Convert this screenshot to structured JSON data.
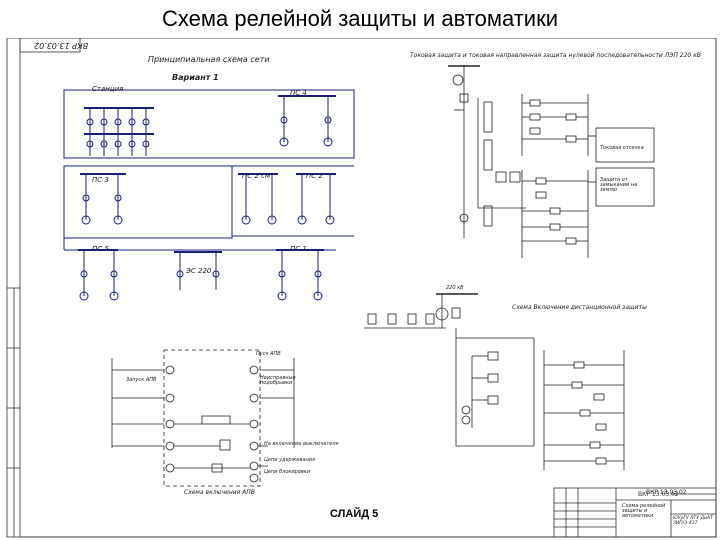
{
  "page": {
    "title": "Схема релейной защиты и автоматики",
    "slide_label": "СЛАЙД 5"
  },
  "drawing": {
    "stamp_top": "ВКР 13.03.02",
    "left_section_title": "Принципиальная схема сети",
    "variant_label": "Вариант 1",
    "station_label": "Станция",
    "substations": [
      "ПС 4",
      "ПС 3",
      "ПС 2 см",
      "ПС 2",
      "ПС 5",
      "ЭС 220",
      "ПС 1"
    ],
    "right_top_title": "Токовая защита и токовая направленная защита нулевой последовательности ЛЭП 220 кВ",
    "current_cutoff_label": "Токовая отсечка",
    "ground_fault_label": "Защита от замыканий на землю",
    "distance_title": "Схема Включения дистанционной защиты",
    "apv_title": "Схема включения АПВ",
    "apv_start_label": "Запуск АПВ",
    "apv_start_apv_label": "Пуск АПВ",
    "blocking_label": "Неисправные подобрывки",
    "bus_voltage": "220 кВ",
    "apv_notes": [
      "На включение выключателя",
      "Цепи удерживания",
      "Цепи блокировки"
    ],
    "title_block": {
      "code": "ВКР 13.03.02",
      "name": "Схема релейной защиты и автоматики",
      "org": "ЮУрГУ ЛТУ ДиАТ ЗИП/Э-417"
    }
  }
}
